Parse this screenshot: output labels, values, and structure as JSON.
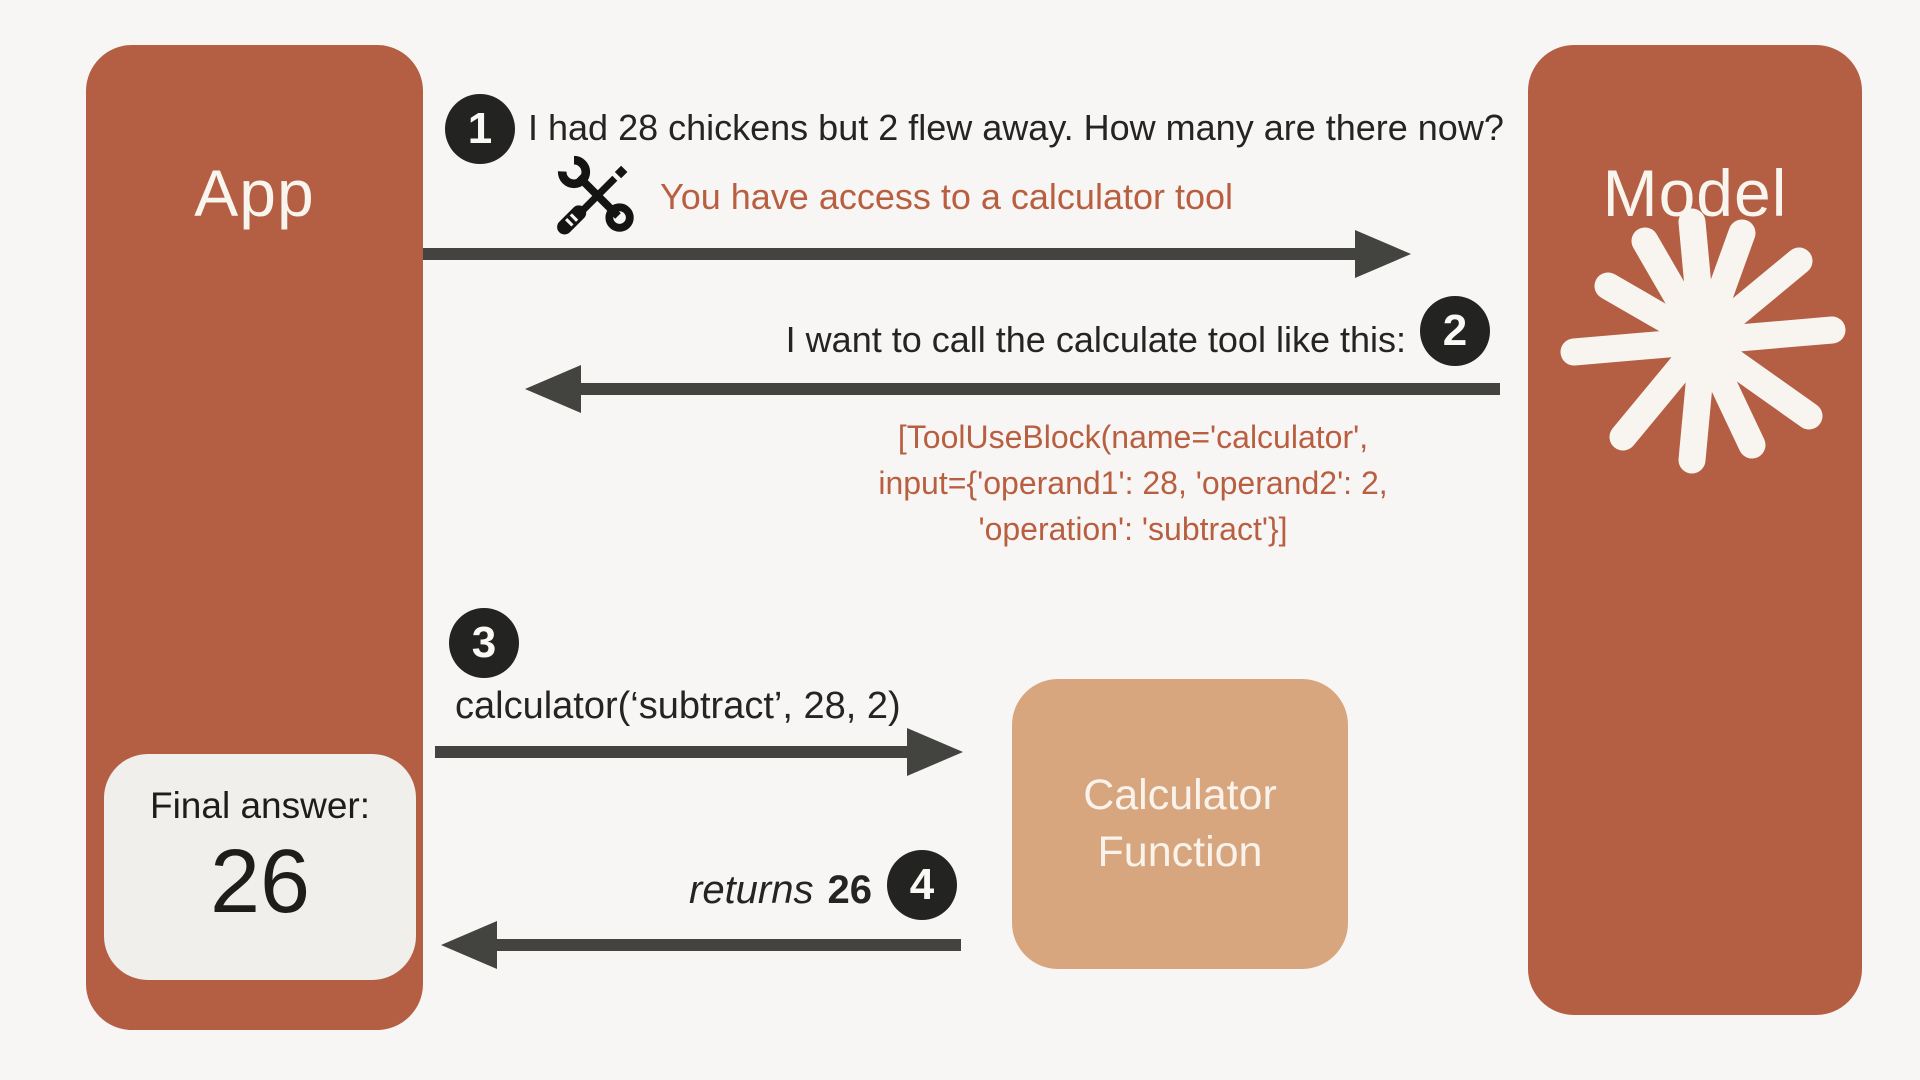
{
  "palette": {
    "background": "#f8f6f4",
    "pillar": "#b45f43",
    "pillar_text": "#f8f4ee",
    "calculator_box": "#d7a67e",
    "accent_text": "#b95f41",
    "badge": "#232321",
    "arrow": "#434340",
    "final_box_bg": "#f0efeb",
    "body_text": "#242422"
  },
  "app": {
    "label": "App"
  },
  "model": {
    "label": "Model"
  },
  "calculator": {
    "line1": "Calculator",
    "line2": "Function"
  },
  "final_answer": {
    "label": "Final answer:",
    "value": "26"
  },
  "steps": {
    "one": {
      "badge": "1",
      "message": "I had 28 chickens but 2 flew away. How many are there now?",
      "note": "You have access to a calculator tool"
    },
    "two": {
      "badge": "2",
      "message": "I want to call the calculate tool like this:",
      "code_lines": [
        "[ToolUseBlock(name='calculator',",
        "input={'operand1': 28, 'operand2': 2,",
        "'operation': 'subtract'}]"
      ]
    },
    "three": {
      "badge": "3",
      "message": "calculator(‘subtract’, 28, 2)"
    },
    "four": {
      "badge": "4",
      "message_italic": "returns",
      "message_value": "26"
    }
  }
}
